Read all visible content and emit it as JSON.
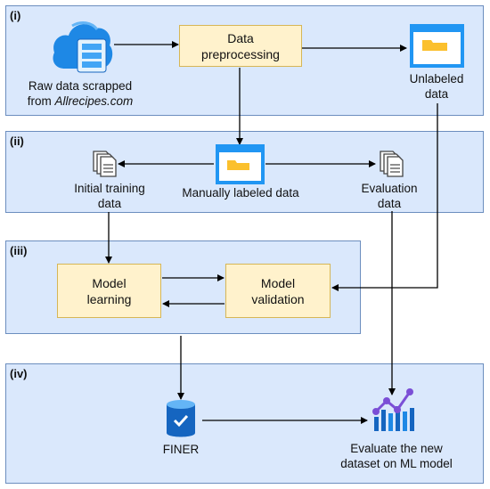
{
  "panels": [
    {
      "label": "(i)"
    },
    {
      "label": "(ii)"
    },
    {
      "label": "(iii)"
    },
    {
      "label": "(iv)"
    }
  ],
  "nodes": {
    "raw_data": {
      "line1": "Raw data scrapped",
      "line2_prefix": "from ",
      "line2_italic": "Allrecipes.com",
      "icon": "cloud-database-icon"
    },
    "data_preprocessing": {
      "line1": "Data",
      "line2": "preprocessing"
    },
    "unlabeled_data": {
      "line1": "Unlabeled",
      "line2": "data",
      "icon": "window-folder-icon"
    },
    "manually_labeled": {
      "label": "Manually labeled data",
      "icon": "window-folder-icon"
    },
    "initial_training": {
      "line1": "Initial training",
      "line2": "data",
      "icon": "documents-icon"
    },
    "evaluation_data": {
      "line1": "Evaluation",
      "line2": "data",
      "icon": "documents-icon"
    },
    "model_learning": {
      "line1": "Model",
      "line2": "learning"
    },
    "model_validation": {
      "line1": "Model",
      "line2": "validation"
    },
    "finer": {
      "label": "FINER",
      "icon": "database-check-icon"
    },
    "evaluate_new": {
      "line1": "Evaluate the new",
      "line2": "dataset on ML model",
      "icon": "chart-icon"
    }
  },
  "colors": {
    "panel_fill": "#dae8fc",
    "panel_border": "#6c8ebf",
    "box_fill": "#fff2cc",
    "box_border": "#d6b656",
    "icon_blue": "#1e88e5",
    "chart_purple": "#7b4fd6"
  }
}
